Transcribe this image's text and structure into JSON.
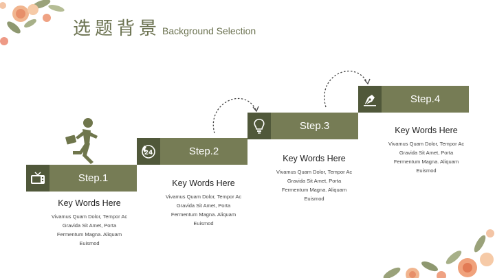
{
  "title": {
    "cn": "选题背景",
    "en": "Background Selection"
  },
  "steps": [
    {
      "label": "Step.1",
      "icon": "tv-icon",
      "keywords": "Key Words Here",
      "desc": [
        "Vivamus Quam Dolor, Tempor Ac",
        "Gravida Sit Amet, Porta",
        "Fermentum Magna. Aliquam",
        "Euismod"
      ]
    },
    {
      "label": "Step.2",
      "icon": "phone-24-icon",
      "keywords": "Key Words Here",
      "desc": [
        "Vivamus Quam Dolor, Tempor Ac",
        "Gravida Sit Amet, Porta",
        "Fermentum Magna. Aliquam",
        "Euismod"
      ]
    },
    {
      "label": "Step.3",
      "icon": "lightbulb-icon",
      "keywords": "Key Words Here",
      "desc": [
        "Vivamus Quam Dolor, Tempor Ac",
        "Gravida Sit Amet, Porta",
        "Fermentum Magna. Aliquam",
        "Euismod"
      ]
    },
    {
      "label": "Step.4",
      "icon": "pen-nib-icon",
      "keywords": "Key Words Here",
      "desc": [
        "Vivamus Quam Dolor, Tempor Ac",
        "Gravida Sit Amet, Porta",
        "Fermentum Magna. Aliquam",
        "Euismod"
      ]
    }
  ],
  "colors": {
    "accent": "#767c55",
    "accent_dark": "#50583a",
    "title": "#6b7250"
  }
}
